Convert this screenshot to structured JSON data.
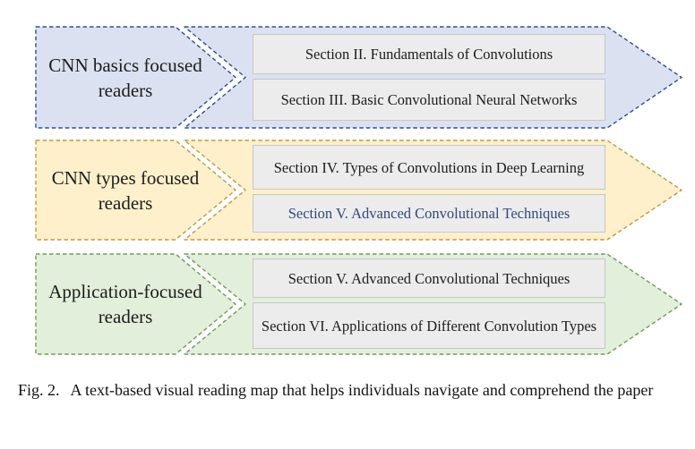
{
  "figure_caption": {
    "label": "Fig. 2.",
    "text": "A text-based visual reading map that helps individuals navigate and comprehend the paper"
  },
  "rows": [
    {
      "audience": "CNN basics focused readers",
      "fill": "#dbe1f1",
      "border": "#30508f",
      "sections": [
        {
          "text": "Section II. Fundamentals of Convolutions",
          "color": "#1c1c1c"
        },
        {
          "text": "Section III. Basic Convolutional Neural Networks",
          "color": "#1c1c1c"
        }
      ]
    },
    {
      "audience": "CNN types focused readers",
      "fill": "#fdf0cb",
      "border": "#c09a3e",
      "sections": [
        {
          "text": "Section IV. Types of Convolutions in Deep Learning",
          "color": "#1c1c1c"
        },
        {
          "text": "Section V. Advanced Convolutional Techniques",
          "color": "#31497e"
        }
      ]
    },
    {
      "audience": "Application-focused readers",
      "fill": "#e2efda",
      "border": "#6b9d52",
      "sections": [
        {
          "text": "Section V. Advanced Convolutional Techniques",
          "color": "#1c1c1c"
        },
        {
          "text": "Section VI. Applications of Different Convolution Types",
          "color": "#1c1c1c"
        }
      ]
    }
  ]
}
